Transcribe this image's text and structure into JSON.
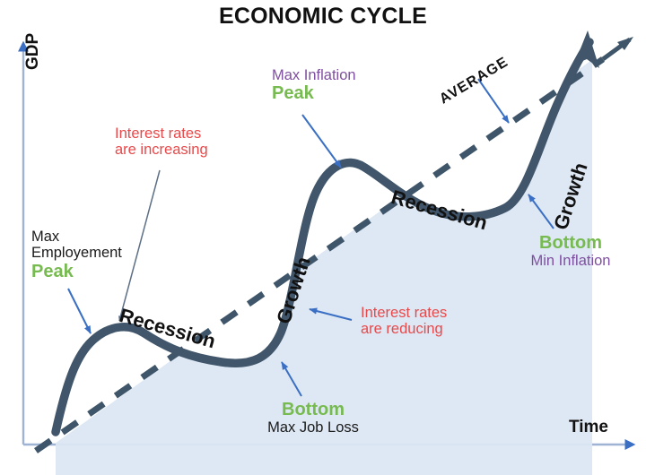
{
  "title": "ECONOMIC CYCLE",
  "axes": {
    "y_label": "GDP",
    "x_label": "Time"
  },
  "colors": {
    "curve": "#41566b",
    "fill": "#dce7f3",
    "axis": "#9fb4d4",
    "arrow_blue": "#3a6fc4",
    "red": "#e8494a",
    "purple": "#7f4fa0",
    "green": "#76ba50",
    "black": "#1a1a1a",
    "dashed": "#3f5569"
  },
  "phase_labels": [
    {
      "id": "recession-left",
      "text": "Recession"
    },
    {
      "id": "growth-middle",
      "text": "Growth"
    },
    {
      "id": "recession-right",
      "text": "Recession"
    },
    {
      "id": "growth-right",
      "text": "Growth"
    }
  ],
  "trend": {
    "label": "AVERAGE"
  },
  "annotations": {
    "peak_left": {
      "line1": "Max",
      "line2": "Employement",
      "line3": "Peak"
    },
    "interest_increasing": {
      "line1": "Interest rates",
      "line2": "are increasing"
    },
    "peak_middle": {
      "line1": "Max Inflation",
      "line2": "Peak"
    },
    "bottom_middle": {
      "line1": "Bottom",
      "line2": "Max Job Loss"
    },
    "interest_reducing": {
      "line1": "Interest rates",
      "line2": "are reducing"
    },
    "bottom_right": {
      "line1": "Bottom",
      "line2": "Min Inflation"
    }
  },
  "chart_data": {
    "type": "line",
    "title": "ECONOMIC CYCLE",
    "xlabel": "Time",
    "ylabel": "GDP",
    "grid": false,
    "legend": "none",
    "description": "Stylised business-cycle S-curve of GDP over time, rising overall around a dashed straight average trend line. Shaded area lies between the wavy cycle curve and the average line.",
    "series": [
      {
        "name": "GDP cycle",
        "style": "solid-thick",
        "color": "#41566b",
        "points": [
          {
            "x": 0,
            "y": 0,
            "phase": "start"
          },
          {
            "x": 8,
            "y": 28,
            "phase": "growth"
          },
          {
            "x": 15,
            "y": 40,
            "phase": "peak",
            "marker": "Peak / Max Employement"
          },
          {
            "x": 30,
            "y": 39,
            "phase": "recession"
          },
          {
            "x": 43,
            "y": 33,
            "phase": "recession"
          },
          {
            "x": 50,
            "y": 31,
            "phase": "bottom",
            "marker": "Bottom / Max Job Loss"
          },
          {
            "x": 58,
            "y": 45,
            "phase": "growth"
          },
          {
            "x": 64,
            "y": 68,
            "phase": "peak",
            "marker": "Peak / Max Inflation"
          },
          {
            "x": 75,
            "y": 70,
            "phase": "recession"
          },
          {
            "x": 86,
            "y": 64,
            "phase": "bottom",
            "marker": "Bottom / Min Inflation"
          },
          {
            "x": 94,
            "y": 85,
            "phase": "growth"
          },
          {
            "x": 100,
            "y": 100,
            "phase": "growth"
          }
        ]
      },
      {
        "name": "AVERAGE",
        "style": "dashed",
        "color": "#3f5569",
        "points": [
          {
            "x": 0,
            "y": -4
          },
          {
            "x": 100,
            "y": 99
          }
        ]
      }
    ],
    "axis_ranges": {
      "x": [
        0,
        100
      ],
      "y": [
        0,
        100
      ]
    },
    "annotations": [
      {
        "text": "Max Employement Peak",
        "target_x": 15,
        "target_y": 40
      },
      {
        "text": "Interest rates are increasing",
        "target_x": 24,
        "target_y": 40
      },
      {
        "text": "Max Inflation Peak",
        "target_x": 64,
        "target_y": 68
      },
      {
        "text": "Bottom Max Job Loss",
        "target_x": 50,
        "target_y": 31
      },
      {
        "text": "Interest rates are reducing",
        "target_x": 56,
        "target_y": 44
      },
      {
        "text": "Bottom Min Inflation",
        "target_x": 86,
        "target_y": 64
      },
      {
        "text": "AVERAGE",
        "target_x": 85,
        "target_y": 82
      }
    ]
  }
}
